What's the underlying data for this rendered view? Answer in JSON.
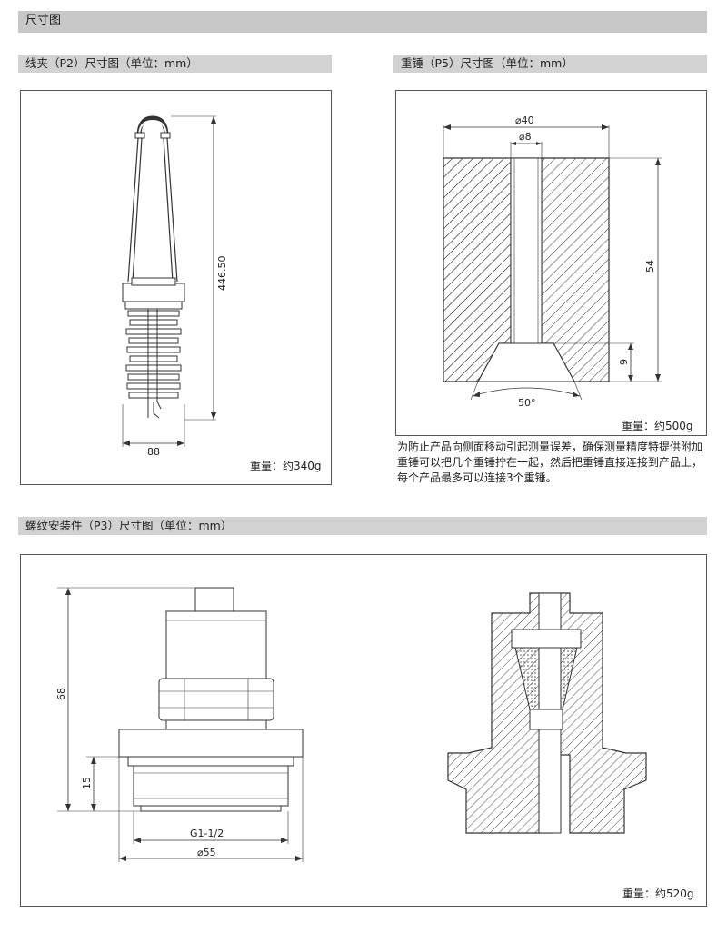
{
  "header": {
    "title": "尺寸图"
  },
  "p2": {
    "title": "线夹（P2）尺寸图（单位：mm）",
    "dim_height": "446.50",
    "dim_width": "88",
    "weight": "重量：约340g"
  },
  "p5": {
    "title": "重锤（P5）尺寸图（单位：mm）",
    "dim_outer": "⌀40",
    "dim_inner": "⌀8",
    "dim_height": "54",
    "dim_small": "9",
    "dim_angle": "50°",
    "weight": "重量：约500g",
    "note": "为防止产品向侧面移动引起测量误差，确保测量精度特提供附加重锤可以把几个重锤拧在一起，然后把重锤直接连接到产品上，每个产品最多可以连接3个重锤。"
  },
  "p3": {
    "title": "螺纹安装件（P3）尺寸图（单位：mm）",
    "dim_height": "68",
    "dim_thread_h": "15",
    "dim_thread": "G1-1/2",
    "dim_diameter": "⌀55",
    "weight": "重量：约520g"
  }
}
